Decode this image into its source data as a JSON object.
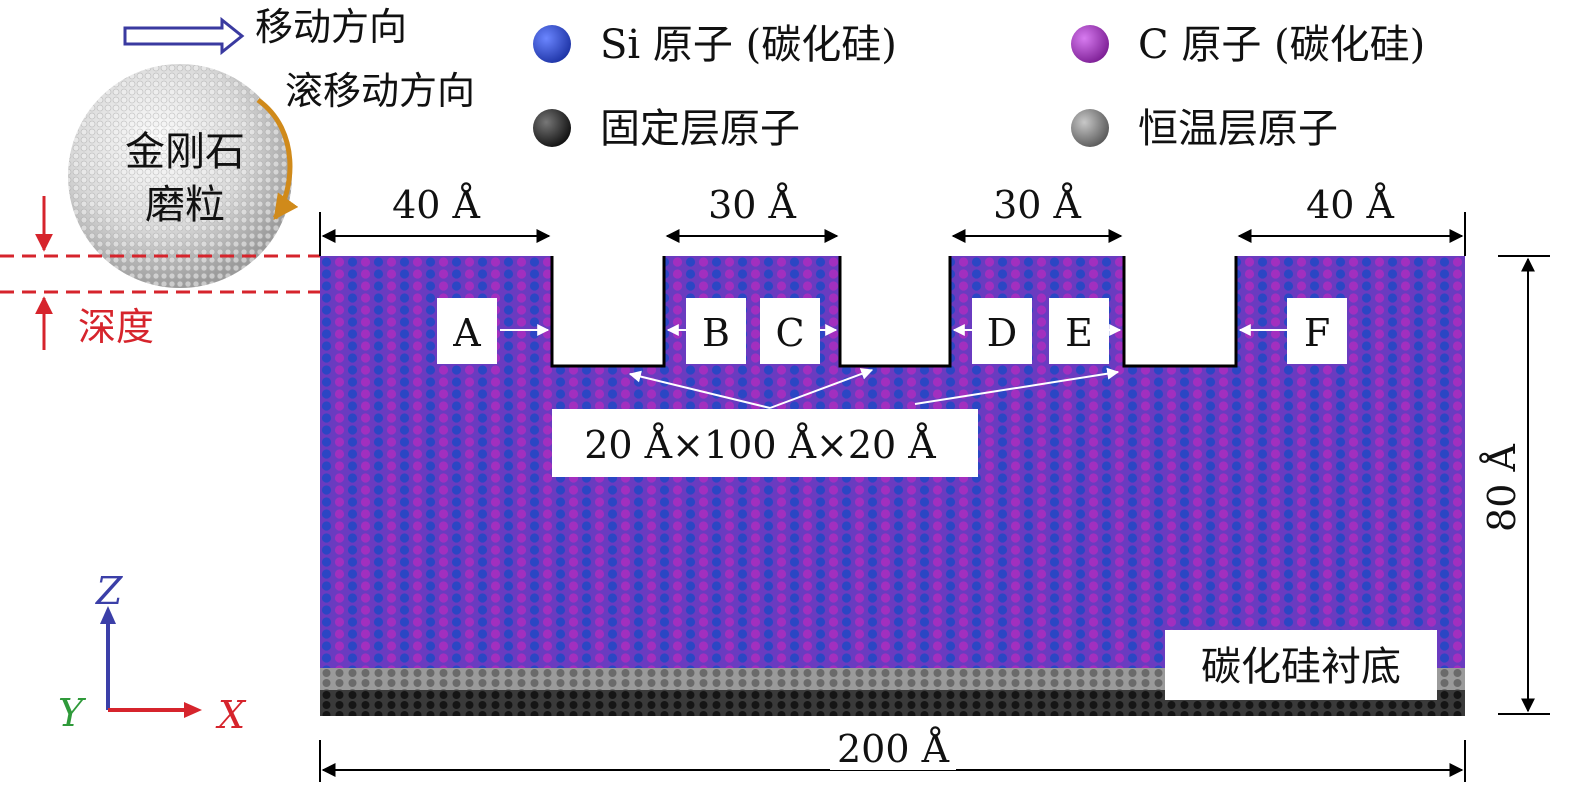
{
  "legend": {
    "move_direction": "移动方向",
    "roll_direction": "滚移动方向",
    "items": [
      {
        "label": "Si 原子 (碳化硅)",
        "color": "#2b46c4"
      },
      {
        "label": "C 原子 (碳化硅)",
        "color": "#a22fbf"
      },
      {
        "label": "固定层原子",
        "color": "#262626"
      },
      {
        "label": "恒温层原子",
        "color": "#808080"
      }
    ]
  },
  "abrasive": {
    "line1": "金刚石",
    "line2": "磨粒"
  },
  "depth_label": "深度",
  "top_dimensions": [
    "40 Å",
    "30 Å",
    "30 Å",
    "40 Å"
  ],
  "groove_labels": [
    "A",
    "B",
    "C",
    "D",
    "E",
    "F"
  ],
  "groove_size": "20 Å×100 Å×20 Å",
  "substrate_label": "碳化硅衬底",
  "height_dim": "80 Å",
  "width_dim": "200 Å",
  "axes": {
    "z": "Z",
    "y": "Y",
    "x": "X"
  },
  "colors": {
    "si": "#2b46c4",
    "c": "#a22fbf",
    "fixed": "#262626",
    "thermostat": "#808080",
    "depth": "#d6242c",
    "axis_z": "#3b3fa8",
    "axis_y": "#2f9a3a",
    "axis_x": "#d6242c"
  }
}
